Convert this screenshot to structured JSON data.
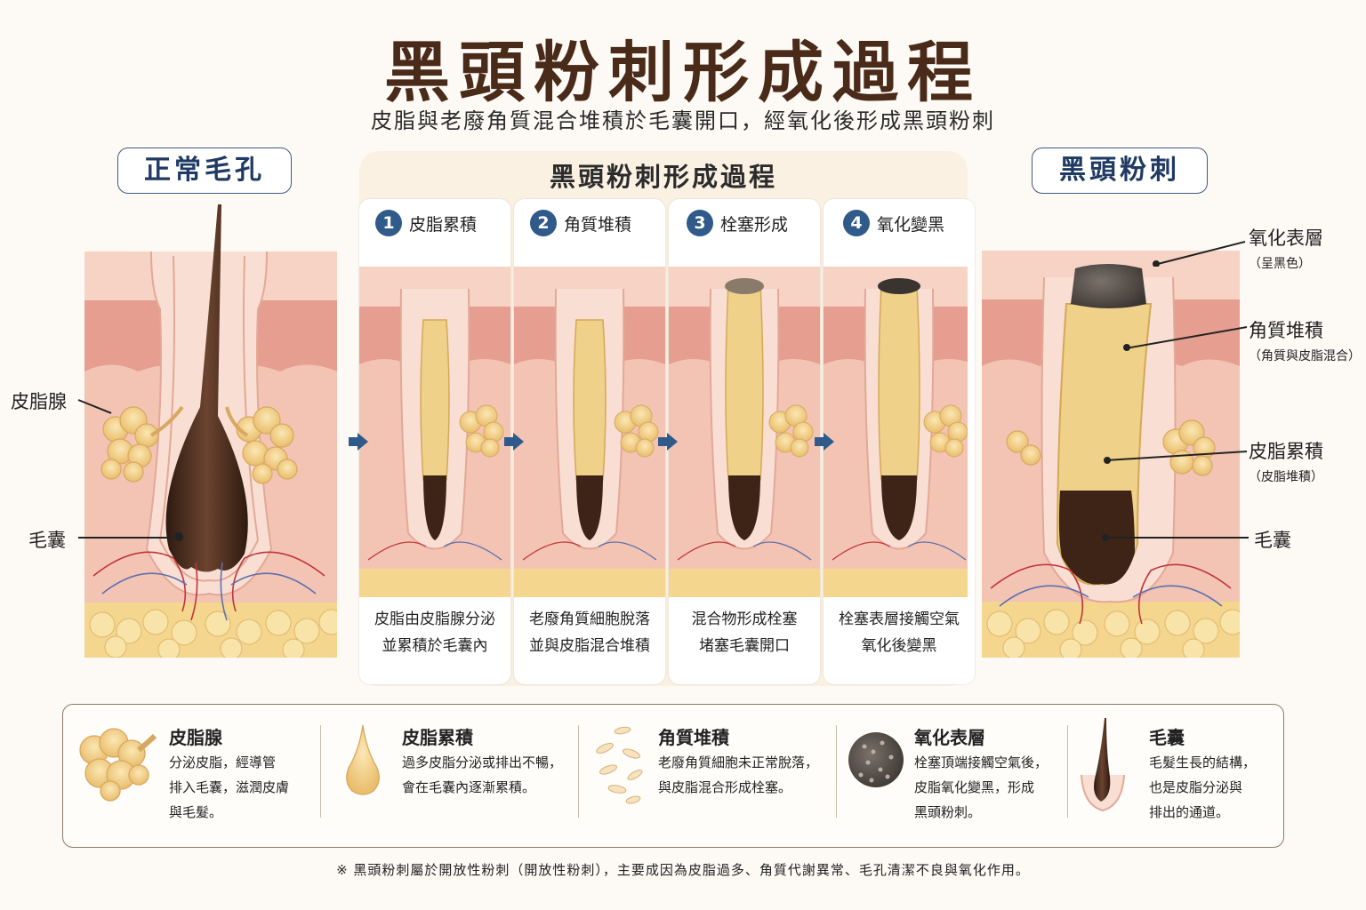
{
  "title": "黑頭粉刺形成過程",
  "subtitle": "皮脂與老廢角質混合堆積於毛囊開口，經氧化後形成黑頭粉刺",
  "left_panel": {
    "badge": "正常毛孔",
    "labels": {
      "sebaceous_gland": "皮脂腺",
      "follicle": "毛囊"
    }
  },
  "process": {
    "title": "黑頭粉刺形成過程",
    "steps": [
      {
        "num": "1",
        "label": "皮脂累積",
        "caption_l1": "皮脂由皮脂腺分泌",
        "caption_l2": "並累積於毛囊內"
      },
      {
        "num": "2",
        "label": "角質堆積",
        "caption_l1": "老廢角質細胞脫落",
        "caption_l2": "並與皮脂混合堆積"
      },
      {
        "num": "3",
        "label": "栓塞形成",
        "caption_l1": "混合物形成栓塞",
        "caption_l2": "堵塞毛囊開口"
      },
      {
        "num": "4",
        "label": "氧化變黑",
        "caption_l1": "栓塞表層接觸空氣",
        "caption_l2": "氧化後變黑"
      }
    ]
  },
  "right_panel": {
    "badge": "黑頭粉刺",
    "labels": [
      {
        "main": "氧化表層",
        "sub": "（呈黑色）"
      },
      {
        "main": "角質堆積",
        "sub": "（角質與皮脂混合）"
      },
      {
        "main": "皮脂累積",
        "sub": "（皮脂堆積）"
      },
      {
        "main": "毛囊",
        "sub": ""
      }
    ]
  },
  "legend": [
    {
      "heading": "皮脂腺",
      "lines": [
        "分泌皮脂，經導管",
        "排入毛囊，滋潤皮膚",
        "與毛髮。"
      ]
    },
    {
      "heading": "皮脂累積",
      "lines": [
        "過多皮脂分泌或排出不暢，",
        "會在毛囊內逐漸累積。"
      ]
    },
    {
      "heading": "角質堆積",
      "lines": [
        "老廢角質細胞未正常脫落，",
        "與皮脂混合形成栓塞。"
      ]
    },
    {
      "heading": "氧化表層",
      "lines": [
        "栓塞頂端接觸空氣後，",
        "皮脂氧化變黑，形成",
        "黑頭粉刺。"
      ]
    },
    {
      "heading": "毛囊",
      "lines": [
        "毛髮生長的結構，",
        "也是皮脂分泌與",
        "排出的通道。"
      ]
    }
  ],
  "footnote": "※ 黑頭粉刺屬於開放性粉刺（開放性粉刺），主要成因為皮脂過多、角質代謝異常、毛孔清潔不良與氧化作用。",
  "colors": {
    "accent": "#2f5a8a",
    "title": "#4a2a18",
    "skin": "#f2b9a6",
    "sebum": "#f3d28a",
    "follicle": "#4a2c1e",
    "fat": "#f4d68f"
  }
}
